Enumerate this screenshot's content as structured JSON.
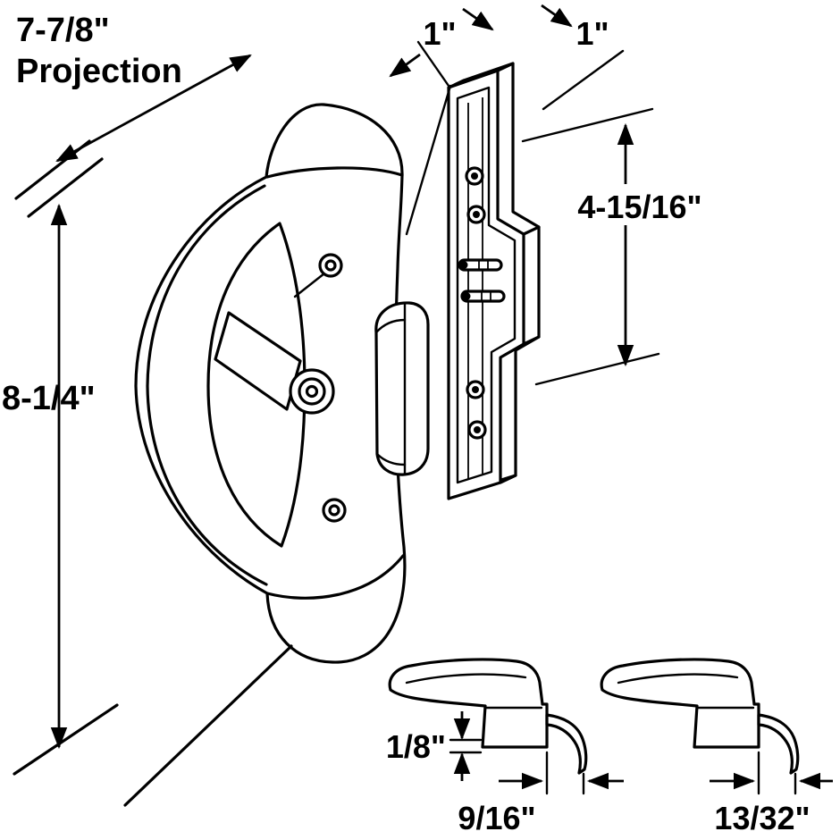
{
  "diagram": {
    "description": "Technical line drawing of a sliding patio door handle set with mortise latch plate and two locking hook levers, annotated with dimensions",
    "colors": {
      "line": "#000000",
      "background": "#ffffff"
    },
    "labels": {
      "projection_value": "7-7/8\"",
      "projection_word": "Projection",
      "overall_height": "8-1/4\"",
      "plate_width_front": "1\"",
      "plate_width_back": "1\"",
      "latch_plate_height": "4-15/16\"",
      "hook_thickness": "1/8\"",
      "hook_width_left": "9/16\"",
      "hook_width_right": "13/32\""
    }
  }
}
